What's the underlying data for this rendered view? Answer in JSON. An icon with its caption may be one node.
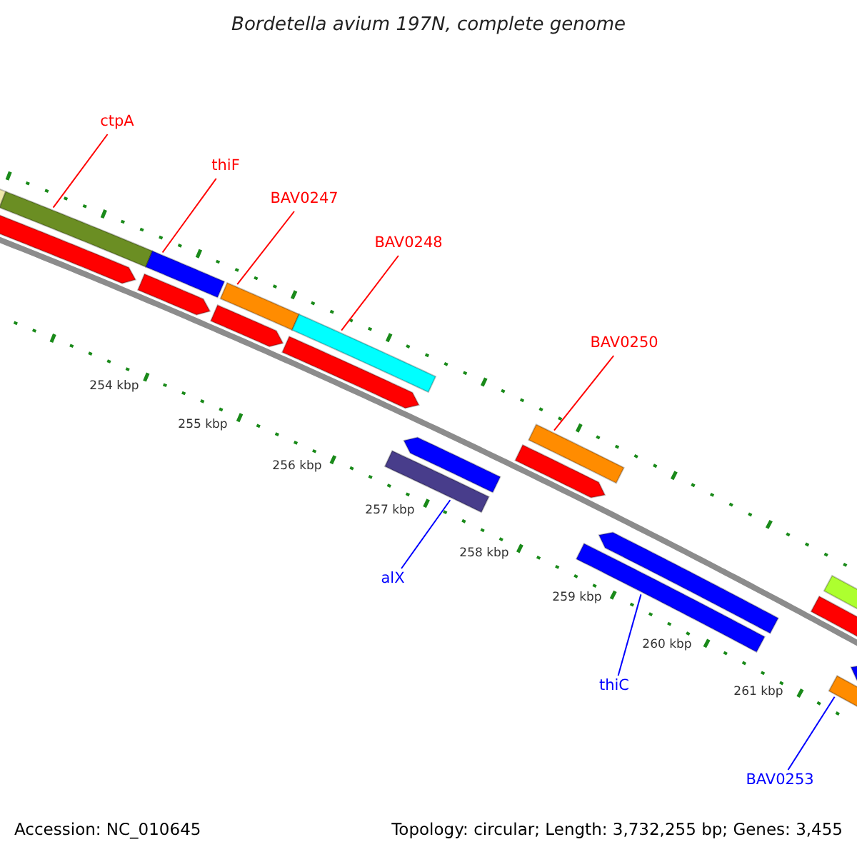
{
  "diagram": {
    "title": "Bordetella avium 197N, complete genome",
    "nodes": [
      {
        "text": [
          "ctpA"
        ]
      },
      {
        "text": [
          "thiF"
        ]
      },
      {
        "text": [
          "BAV0247"
        ]
      },
      {
        "text": [
          "BAV0248"
        ]
      },
      {
        "text": [
          "BAV0250"
        ]
      },
      {
        "text": [
          "alX"
        ]
      },
      {
        "text": [
          "thiC"
        ]
      },
      {
        "text": [
          "BAV0253"
        ]
      },
      {
        "text": [],
        "shape": "bar"
      },
      {
        "text": [],
        "shape": "bar"
      },
      {
        "text": [],
        "shape": "bar"
      },
      {
        "text": [],
        "shape": "bar"
      },
      {
        "text": [],
        "shape": "bar"
      },
      {
        "text": [],
        "shape": "bar"
      },
      {
        "text": [],
        "shape": "bar"
      },
      {
        "text": [],
        "shape": "bar"
      }
    ],
    "edges": [
      {
        "from": 0,
        "to": 8,
        "arrow": "none"
      },
      {
        "from": 1,
        "to": 9,
        "arrow": "none"
      },
      {
        "from": 2,
        "to": 10,
        "arrow": "none"
      },
      {
        "from": 3,
        "to": 11,
        "arrow": "none"
      },
      {
        "from": 4,
        "to": 12,
        "arrow": "none"
      },
      {
        "from": 5,
        "to": 13,
        "arrow": "none",
        "color": "#0000ff"
      },
      {
        "from": 6,
        "to": 14,
        "arrow": "none",
        "color": "#0000ff"
      },
      {
        "from": 7,
        "to": 15,
        "arrow": "none",
        "color": "#0000ff"
      }
    ],
    "labels": [
      "254 kbp",
      "255 kbp",
      "256 kbp",
      "257 kbp",
      "258 kbp",
      "259 kbp",
      "260 kbp",
      "261 kbp",
      "Accession: NC_010645",
      "Topology: circular; Length: 3,732,255 bp; Genes: 3,455"
    ]
  }
}
